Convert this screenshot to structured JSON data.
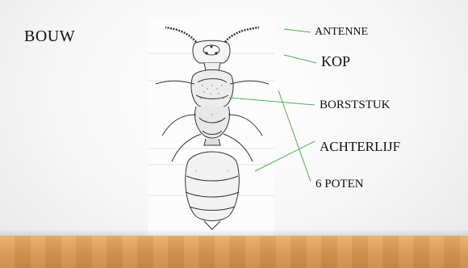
{
  "slide": {
    "title": "BOUW",
    "labels": {
      "antenne": "ANTENNE",
      "kop": "KOP",
      "borststuk": "BORSTSTUK",
      "achterlijf": "ACHTERLIJF",
      "poten": "6 POTEN"
    }
  },
  "colors": {
    "pointer_line": "#4caf50",
    "floor": "#d99a52",
    "ink": "#333333"
  }
}
